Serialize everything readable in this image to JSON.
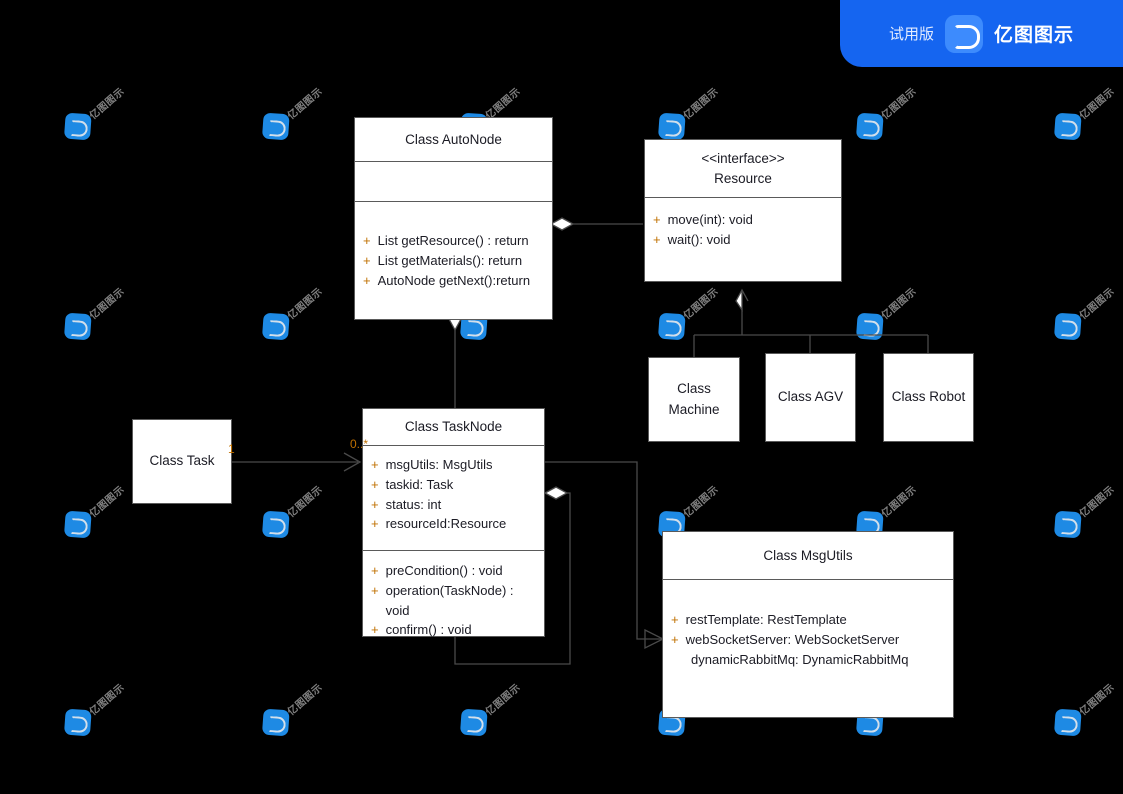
{
  "banner": {
    "trial_label": "试用版",
    "product_name": "亿图图示",
    "logo_icon": "edraw-logo-icon",
    "accent_color": "#1565f0"
  },
  "watermark": {
    "text": "亿图图示",
    "logo_icon": "edraw-watermark-icon",
    "color": "#8b8b8b",
    "logo_color": "#2196f8"
  },
  "diagram": {
    "type": "uml-class-diagram",
    "background_color": "#000000",
    "box_fill": "#ffffff",
    "box_border": "#5a5a5a",
    "classes": [
      {
        "id": "auto-node",
        "name": "Class AutoNode",
        "stereotype": "",
        "attributes": [],
        "methods": [
          {
            "visibility": "+",
            "signature": "List getResource() : return"
          },
          {
            "visibility": "+",
            "signature": "List getMaterials(): return"
          },
          {
            "visibility": "+",
            "signature": "AutoNode getNext():return"
          }
        ]
      },
      {
        "id": "resource",
        "name": "Resource",
        "stereotype": "<<interface>>",
        "attributes": [],
        "methods": [
          {
            "visibility": "+",
            "signature": "move(int): void"
          },
          {
            "visibility": "+",
            "signature": "wait(): void"
          }
        ]
      },
      {
        "id": "machine",
        "name": "Class Machine",
        "stereotype": "",
        "attributes": [],
        "methods": []
      },
      {
        "id": "agv",
        "name": "Class AGV",
        "stereotype": "",
        "attributes": [],
        "methods": []
      },
      {
        "id": "robot",
        "name": "Class Robot",
        "stereotype": "",
        "attributes": [],
        "methods": []
      },
      {
        "id": "task",
        "name": "Class Task",
        "stereotype": "",
        "attributes": [],
        "methods": []
      },
      {
        "id": "task-node",
        "name": "Class TaskNode",
        "stereotype": "",
        "attributes": [
          {
            "visibility": "+",
            "signature": "msgUtils: MsgUtils"
          },
          {
            "visibility": "+",
            "signature": "taskid: Task"
          },
          {
            "visibility": "+",
            "signature": "status: int"
          },
          {
            "visibility": "+",
            "signature": "resourceId:Resource"
          }
        ],
        "methods": [
          {
            "visibility": "+",
            "signature": "preCondition() : void"
          },
          {
            "visibility": "+",
            "signature": "operation(TaskNode) : void"
          },
          {
            "visibility": "+",
            "signature": "confirm() : void"
          }
        ]
      },
      {
        "id": "msg-utils",
        "name": "Class MsgUtils",
        "stereotype": "",
        "attributes": [
          {
            "visibility": "+",
            "signature": "restTemplate: RestTemplate"
          },
          {
            "visibility": "+",
            "signature": "webSocketServer: WebSocketServer"
          },
          {
            "visibility": "",
            "signature": "dynamicRabbitMq: DynamicRabbitMq"
          }
        ],
        "methods": []
      }
    ],
    "relations": [
      {
        "id": "autonode-resource",
        "from": "auto-node",
        "to": "resource",
        "kind": "aggregation"
      },
      {
        "id": "autonode-tasknode",
        "from": "auto-node",
        "to": "task-node",
        "kind": "aggregation"
      },
      {
        "id": "resource-machine",
        "from": "resource",
        "to": "machine",
        "kind": "generalization"
      },
      {
        "id": "resource-agv",
        "from": "resource",
        "to": "agv",
        "kind": "generalization"
      },
      {
        "id": "resource-robot",
        "from": "resource",
        "to": "robot",
        "kind": "generalization"
      },
      {
        "id": "task-tasknode",
        "from": "task",
        "to": "task-node",
        "kind": "association",
        "source_multiplicity": "1",
        "target_multiplicity": "0..*"
      },
      {
        "id": "tasknode-self",
        "from": "task-node",
        "to": "task-node",
        "kind": "aggregation"
      },
      {
        "id": "tasknode-msgutils",
        "from": "task-node",
        "to": "msg-utils",
        "kind": "dependency"
      }
    ]
  }
}
